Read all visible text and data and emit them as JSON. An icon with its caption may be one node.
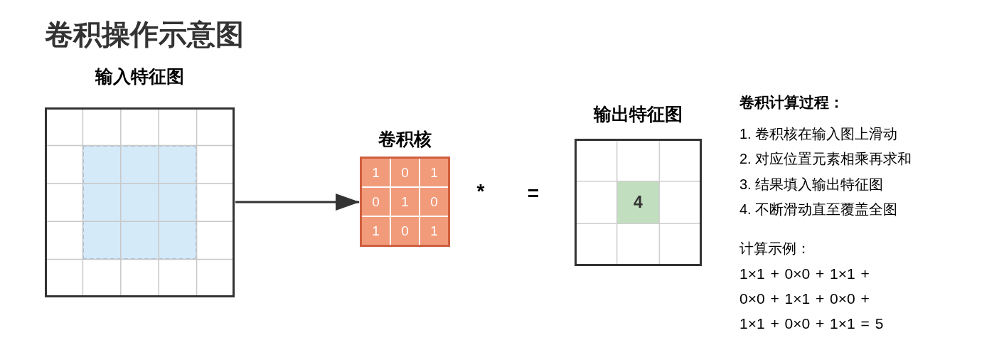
{
  "diagram": {
    "title": "卷积操作示意图",
    "nodes": [
      {
        "text": [
          "输入特征图"
        ]
      },
      {
        "text": [],
        "shape": "box",
        "in": 0
      },
      {
        "text": [
          "卷积核"
        ]
      },
      {
        "text": [
          "1"
        ],
        "in": 2
      },
      {
        "text": [
          "0"
        ],
        "in": 2
      },
      {
        "text": [
          "1"
        ],
        "in": 2
      },
      {
        "text": [
          "0"
        ],
        "in": 2
      },
      {
        "text": [
          "1"
        ],
        "in": 2
      },
      {
        "text": [
          "0"
        ],
        "in": 2
      },
      {
        "text": [
          "1"
        ],
        "in": 2
      },
      {
        "text": [
          "0"
        ],
        "in": 2
      },
      {
        "text": [
          "1"
        ],
        "in": 2
      },
      {
        "text": [
          "输出特征图"
        ]
      },
      {
        "text": [
          "4"
        ],
        "in": 12
      }
    ],
    "edges": [
      {
        "from": 0,
        "to": 2,
        "arrow": "to"
      }
    ],
    "labels": [
      "*",
      "=",
      "卷积计算过程：",
      "1. 卷积核在输入图上滑动",
      "2. 对应位置元素相乘再求和",
      "3. 结果填入输出特征图",
      "4. 不断滑动直至覆盖全图",
      "计算示例：",
      "1×1 + 0×0 + 1×1 +",
      "0×0 + 1×1 + 0×0 +",
      "1×1 + 0×0 + 1×1 = 5"
    ]
  }
}
